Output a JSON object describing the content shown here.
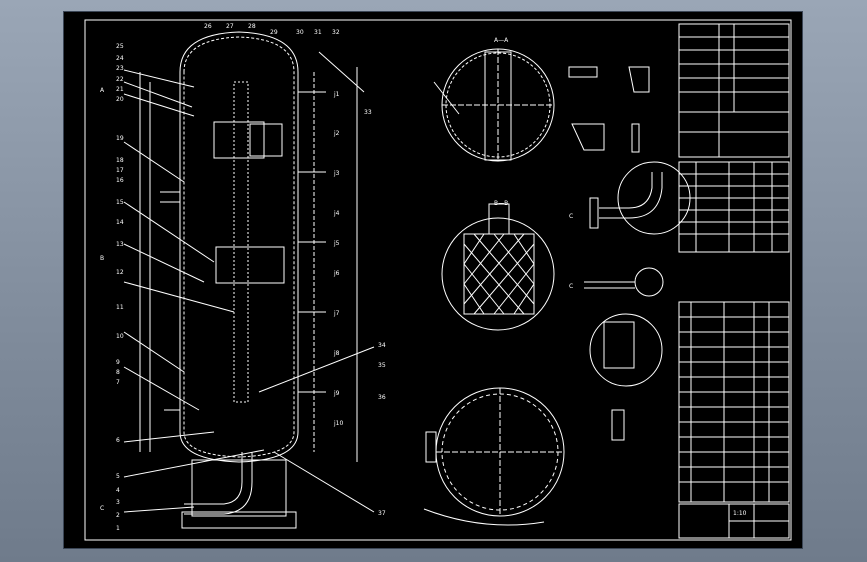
{
  "drawing": {
    "section_labels": [
      "A—A",
      "B—B",
      "C",
      "C"
    ],
    "left_view_labels": [
      "A",
      "B",
      "C"
    ],
    "callout_numbers": [
      "1",
      "2",
      "3",
      "4",
      "5",
      "6",
      "7",
      "8",
      "9",
      "10",
      "11",
      "12",
      "13",
      "14",
      "15",
      "16",
      "17",
      "18",
      "19",
      "20",
      "21",
      "22",
      "23",
      "24",
      "25",
      "26",
      "27",
      "28",
      "29",
      "30",
      "31",
      "32",
      "33",
      "34",
      "35",
      "36",
      "37"
    ],
    "nozzle_labels": [
      "j1",
      "j2",
      "j3",
      "j4",
      "j5",
      "j6",
      "j7",
      "j8",
      "j9",
      "j10"
    ],
    "title_block": {
      "scale": "1:10"
    }
  },
  "colors": {
    "background": "#000000",
    "line": "#ffffff",
    "window": "#8d99a9"
  }
}
